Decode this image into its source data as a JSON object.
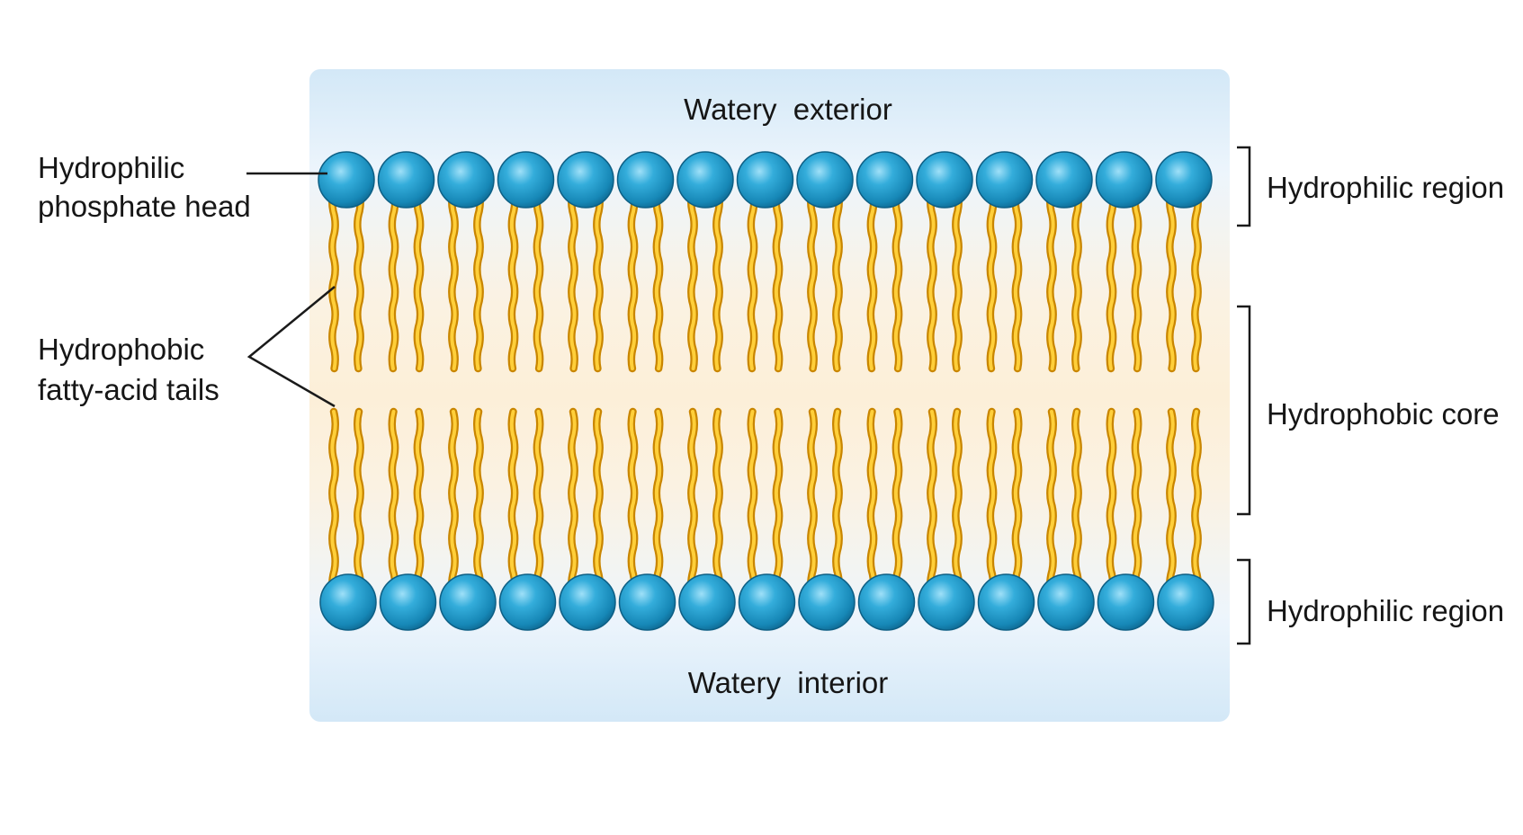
{
  "labels": {
    "watery_exterior": "Watery  exterior",
    "watery_interior": "Watery  interior",
    "head_label_line1": "Hydrophilic",
    "head_label_line2": "phosphate head",
    "tails_label_line1": "Hydrophobic",
    "tails_label_line2": "fatty-acid tails",
    "region_top": "Hydrophilic region",
    "region_core": "Hydrophobic core",
    "region_bottom": "Hydrophilic region"
  },
  "bilayer": {
    "phospholipids_per_leaflet": 15,
    "leaflets": 2
  },
  "colors": {
    "head_fill": "#1d9ccd",
    "head_dark": "#0d5f85",
    "tail_fill": "#f3b51d",
    "tail_edge": "#c98600",
    "water_tint": "#d6ebf8",
    "core_tint": "#fcefd8",
    "line": "#1a1a1a"
  }
}
